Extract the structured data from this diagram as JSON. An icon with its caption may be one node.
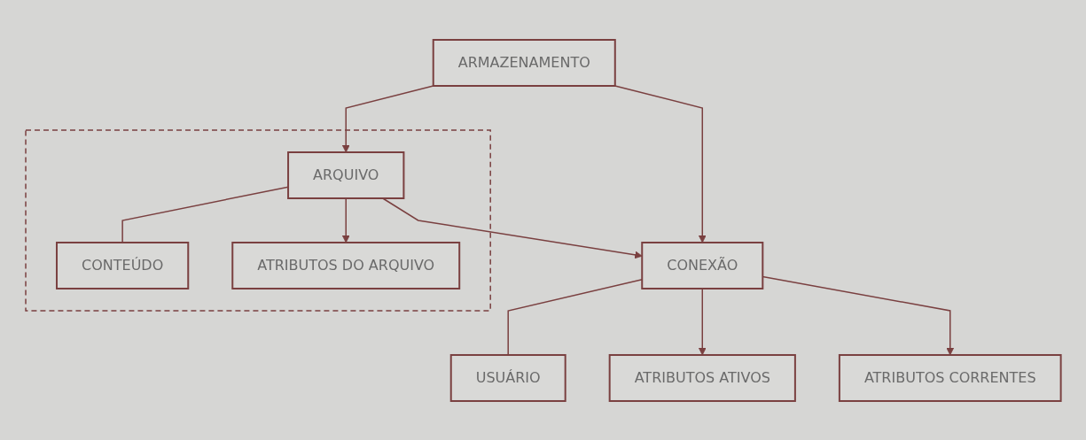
{
  "diagram": {
    "nodes": [
      {
        "text": [
          "ARMAZENAMENTO"
        ]
      },
      {
        "text": [
          "CONEXÃO"
        ]
      },
      {
        "text": [
          "USUÁRIO"
        ]
      },
      {
        "text": [],
        "shape": "box"
      },
      {
        "text": [
          "ARQUIVO"
        ],
        "in": 3
      },
      {
        "text": [
          "CONTEÚDO"
        ],
        "in": 3
      },
      {
        "text": [
          "ATRIBUTOS DO ARQUIVO"
        ],
        "in": 3
      },
      {
        "text": [
          "ATRIBUTOS ATIVOS"
        ]
      },
      {
        "text": [
          "ATRIBUTOS CORRENTES"
        ]
      }
    ],
    "edges": [
      {
        "from": 0,
        "to": 1,
        "arrow": "to"
      },
      {
        "from": 0,
        "to": 4,
        "arrow": "to"
      },
      {
        "from": 4,
        "to": 1,
        "arrow": "to"
      },
      {
        "from": 1,
        "to": 2,
        "arrow": "none"
      },
      {
        "from": 4,
        "to": 5,
        "arrow": "none"
      },
      {
        "from": 4,
        "to": 6,
        "arrow": "to"
      },
      {
        "from": 1,
        "to": 7,
        "arrow": "to"
      },
      {
        "from": 1,
        "to": 8,
        "arrow": "to"
      }
    ]
  }
}
